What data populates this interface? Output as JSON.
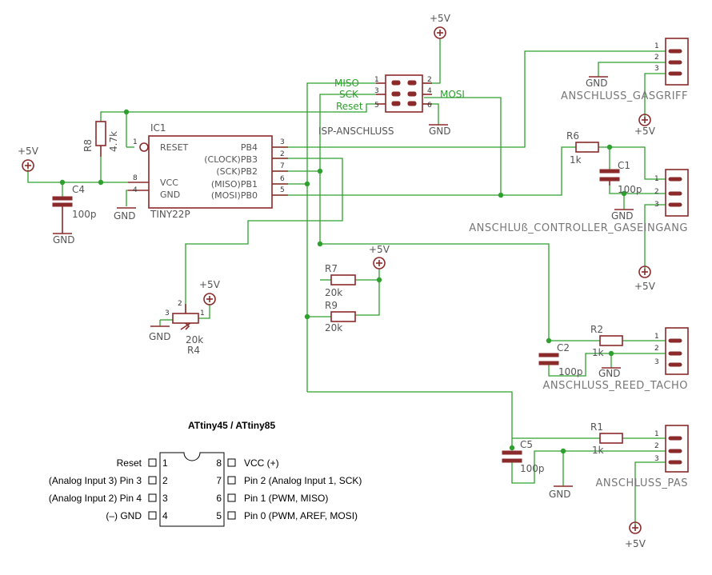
{
  "colors": {
    "symbol": "#8b2a2a",
    "wire": "#2ea02e",
    "text": "#555555"
  },
  "power": {
    "p5v": "+5V",
    "gnd": "GND"
  },
  "ic1": {
    "name": "IC1",
    "value": "TINY22P",
    "pins_left": [
      "RESET",
      "VCC",
      "GND"
    ],
    "pins_left_nums": [
      "1",
      "8",
      "4"
    ],
    "pins_right": [
      "PB4",
      "(CLOCK)PB3",
      "(SCK)PB2",
      "(MISO)PB1",
      "(MOSI)PB0"
    ],
    "pins_right_nums": [
      "3",
      "2",
      "7",
      "6",
      "5"
    ]
  },
  "isp": {
    "name": "ISP-ANSCHLUSS",
    "left_nums": [
      "1",
      "3",
      "5"
    ],
    "right_nums": [
      "2",
      "4",
      "6"
    ],
    "signals": {
      "miso": "MISO",
      "sck": "SCK",
      "reset": "Reset",
      "mosi": "MOSI"
    }
  },
  "connectors": [
    {
      "name": "ANSCHLUSS_GASGRIFF",
      "pins": [
        "1",
        "2",
        "3"
      ]
    },
    {
      "name": "ANSCHLUß_CONTROLLER_GASEINGANG",
      "pins": [
        "1",
        "2",
        "3"
      ]
    },
    {
      "name": "ANSCHLUSS_REED_TACHO",
      "pins": [
        "1",
        "2",
        "3"
      ]
    },
    {
      "name": "ANSCHLUSS_PAS",
      "pins": [
        "1",
        "2",
        "3"
      ]
    }
  ],
  "parts": {
    "r8": {
      "name": "R8",
      "value": "4.7k"
    },
    "c4": {
      "name": "C4",
      "value": "100p"
    },
    "r6": {
      "name": "R6",
      "value": "1k"
    },
    "c1": {
      "name": "C1",
      "value": "100p"
    },
    "r7": {
      "name": "R7",
      "value": "20k"
    },
    "r9": {
      "name": "R9",
      "value": "20k"
    },
    "r4": {
      "name": "R4",
      "value": "20k",
      "pins": [
        "3",
        "2",
        "1"
      ]
    },
    "r2": {
      "name": "R2",
      "value": "1k"
    },
    "c2": {
      "name": "C2",
      "value": "100p"
    },
    "r1": {
      "name": "R1",
      "value": "1k"
    },
    "c5": {
      "name": "C5",
      "value": "100p"
    }
  },
  "pinout": {
    "title": "ATtiny45 / ATtiny85",
    "left": [
      "Reset",
      "(Analog Input 3) Pin 3",
      "(Analog Input 2) Pin 4",
      "(–) GND"
    ],
    "left_nums": [
      "1",
      "2",
      "3",
      "4"
    ],
    "right": [
      "VCC (+)",
      "Pin 2 (Analog Input 1, SCK)",
      "Pin 1 (PWM, MISO)",
      "Pin 0 (PWM, AREF, MOSI)"
    ],
    "right_nums": [
      "8",
      "7",
      "6",
      "5"
    ]
  }
}
